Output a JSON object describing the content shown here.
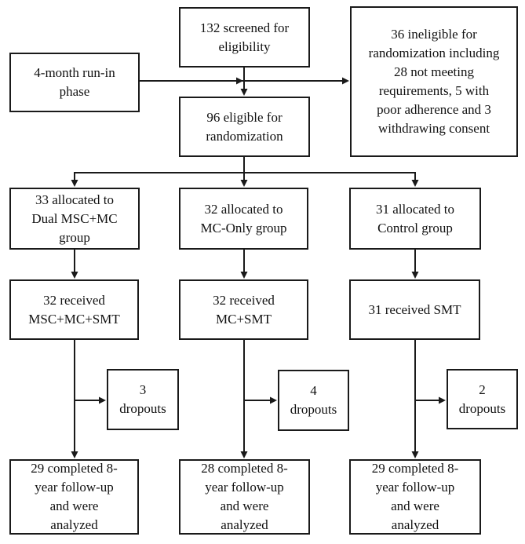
{
  "diagram": {
    "type": "flowchart",
    "title": "trial participant flow (CONSORT-style diagram)",
    "colors": {
      "box_border": "#1a1a1a",
      "connector": "#1a1a1a",
      "text": "#111111",
      "background": "#ffffff"
    },
    "boxes": {
      "run_in": {
        "text": "4-month run-in\nphase"
      },
      "screened": {
        "text": "132 screened for\neligibility"
      },
      "ineligible": {
        "text": "36 ineligible for\nrandomization including\n28 not meeting\nrequirements, 5 with\npoor adherence and 3\nwithdrawing consent"
      },
      "eligible": {
        "text": "96 eligible for\nrandomization"
      },
      "alloc_dual": {
        "text": "33 allocated to\nDual MSC+MC\ngroup"
      },
      "alloc_mc": {
        "text": "32 allocated to\nMC-Only group"
      },
      "alloc_control": {
        "text": "31 allocated to\nControl group"
      },
      "recv_dual": {
        "text": "32 received\nMSC+MC+SMT"
      },
      "recv_mc": {
        "text": "32 received\nMC+SMT"
      },
      "recv_control": {
        "text": "31 received SMT"
      },
      "drop_dual": {
        "text": "3\ndropouts"
      },
      "drop_mc": {
        "text": "4\ndropouts"
      },
      "drop_control": {
        "text": "2\ndropouts"
      },
      "comp_dual": {
        "text": "29 completed 8-\nyear follow-up\nand were\nanalyzed"
      },
      "comp_mc": {
        "text": "28 completed 8-\nyear follow-up\nand were\nanalyzed"
      },
      "comp_control": {
        "text": "29 completed 8-\nyear follow-up\nand were\nanalyzed"
      }
    },
    "edges": [
      {
        "from": "run_in",
        "to": "ineligible"
      },
      {
        "from": "run_in",
        "to": "eligible"
      },
      {
        "from": "screened",
        "to": "eligible"
      },
      {
        "from": "eligible",
        "to": "alloc_dual"
      },
      {
        "from": "eligible",
        "to": "alloc_mc"
      },
      {
        "from": "eligible",
        "to": "alloc_control"
      },
      {
        "from": "alloc_dual",
        "to": "recv_dual"
      },
      {
        "from": "alloc_mc",
        "to": "recv_mc"
      },
      {
        "from": "alloc_control",
        "to": "recv_control"
      },
      {
        "from": "recv_dual",
        "to": "drop_dual"
      },
      {
        "from": "recv_dual",
        "to": "comp_dual"
      },
      {
        "from": "recv_mc",
        "to": "drop_mc"
      },
      {
        "from": "recv_mc",
        "to": "comp_mc"
      },
      {
        "from": "recv_control",
        "to": "drop_control"
      },
      {
        "from": "recv_control",
        "to": "comp_control"
      }
    ]
  }
}
